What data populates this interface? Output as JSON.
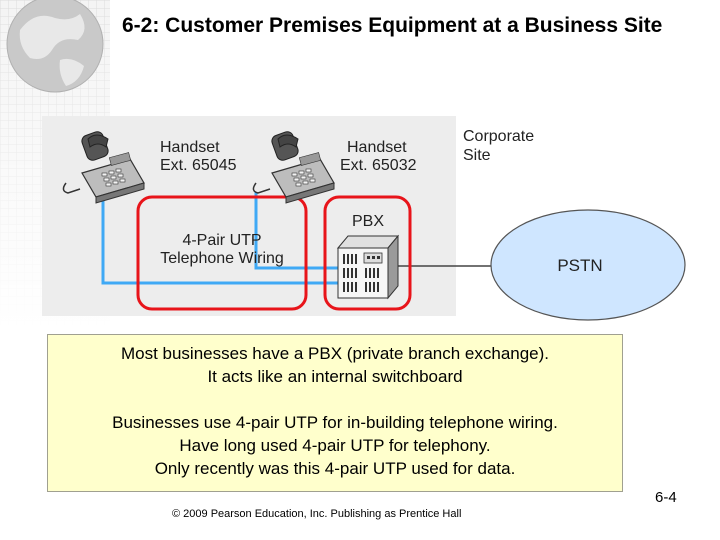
{
  "slide": {
    "title": "6-2: Customer Premises Equipment at a Business Site",
    "footer": "© 2009 Pearson Education, Inc.  Publishing as Prentice Hall",
    "page_number": "6-4"
  },
  "diagram": {
    "handset1_line1": "Handset",
    "handset1_line2": "Ext. 65045",
    "handset2_line1": "Handset",
    "handset2_line2": "Ext. 65032",
    "site_line1": "Corporate",
    "site_line2": "Site",
    "wiring_line1": "4-Pair UTP",
    "wiring_line2": "Telephone Wiring",
    "pbx_label": "PBX",
    "pstn_label": "PSTN"
  },
  "notes": {
    "para1": [
      "Most businesses have a PBX (private branch exchange).",
      "It acts like an internal switchboard"
    ],
    "para2": [
      "Businesses use 4-pair UTP for in-building telephone wiring.",
      "Have long used 4-pair UTP for telephony.",
      "Only recently was this 4-pair UTP used for data."
    ]
  },
  "colors": {
    "highlight_red": "#e8141a",
    "wire_blue": "#3fa9f5",
    "pstn_fill": "#cfe6ff",
    "site_fill": "#ededed",
    "note_fill": "#ffffcc"
  }
}
